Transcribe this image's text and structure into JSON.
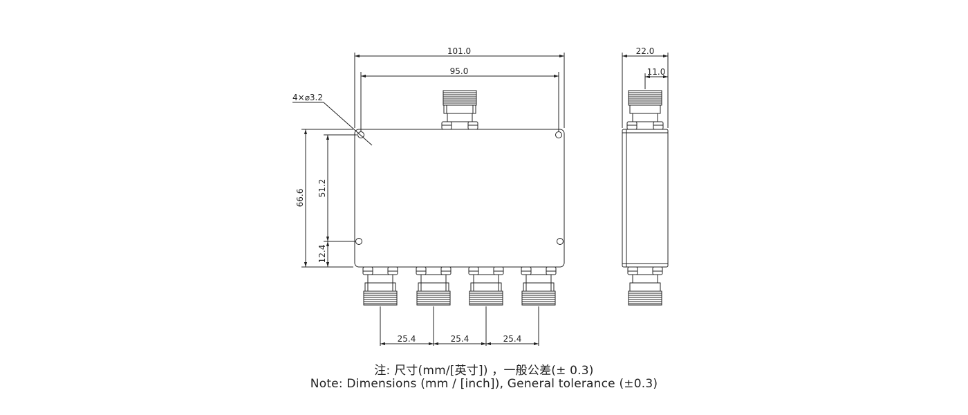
{
  "dimensions": {
    "overall_width": "101.0",
    "hole_spacing_width": "95.0",
    "hole_callout": "4×⌀3.2",
    "overall_height": "66.6",
    "hole_spacing_height": "51.2",
    "hole_offset": "12.4",
    "port_pitch_1": "25.4",
    "port_pitch_2": "25.4",
    "port_pitch_3": "25.4",
    "side_depth": "22.0",
    "side_connector_offset": "11.0"
  },
  "notes": {
    "chinese": "注: 尺寸(mm/[英寸]) ，一般公差(± 0.3)",
    "english": "Note: Dimensions (mm / [inch]), General tolerance (±0.3)"
  },
  "colors": {
    "line": "#222222",
    "background": "#ffffff"
  }
}
